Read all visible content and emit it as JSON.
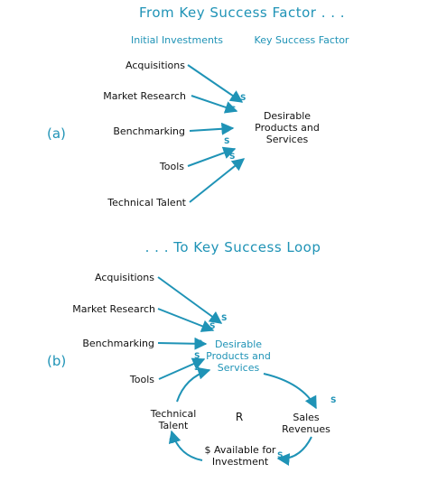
{
  "top_title": "From Key Success Factor . . .",
  "col_initial": "Initial Investments",
  "col_ksf": "Key Success Factor",
  "panel_a": "(a)",
  "panel_b": "(b)",
  "a": {
    "inputs": [
      "Acquisitions",
      "Market Research",
      "Benchmarking",
      "Tools",
      "Technical Talent"
    ],
    "target": [
      "Desirable",
      "Products and",
      "Services"
    ]
  },
  "bottom_title": ". . . To Key Success Loop",
  "b": {
    "inputs": [
      "Acquisitions",
      "Market Research",
      "Benchmarking",
      "Tools"
    ],
    "target": [
      "Desirable",
      "Products and",
      "Services"
    ],
    "loop": {
      "sales": [
        "Sales",
        "Revenues"
      ],
      "available": [
        "$ Available for",
        "Investment"
      ],
      "talent": [
        "Technical",
        "Talent"
      ],
      "center": "R"
    }
  },
  "polarity": "S",
  "colors": {
    "accent": "#1f93b6",
    "text": "#111111"
  }
}
